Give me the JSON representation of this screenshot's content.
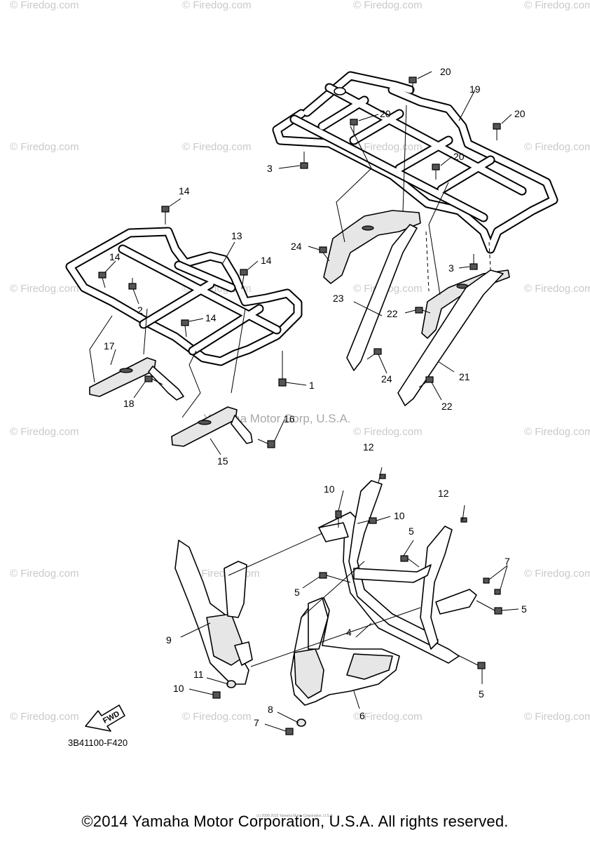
{
  "diagram": {
    "watermark_text": "© Firedog.com",
    "center_watermark": "Yamaha Motor Corp, U.S.A.",
    "figure_code": "3B41100-F420",
    "fwd_label": "FWD",
    "callouts": {
      "c1": "1",
      "c2": "2",
      "c3a": "3",
      "c3b": "3",
      "c4": "4",
      "c5a": "5",
      "c5b": "5",
      "c5c": "5",
      "c5d": "5",
      "c6": "6",
      "c7a": "7",
      "c7b": "7",
      "c8": "8",
      "c9": "9",
      "c10a": "10",
      "c10b": "10",
      "c10c": "10",
      "c11": "11",
      "c12a": "12",
      "c12b": "12",
      "c13": "13",
      "c14a": "14",
      "c14b": "14",
      "c14c": "14",
      "c14d": "14",
      "c15": "15",
      "c16": "16",
      "c17": "17",
      "c18": "18",
      "c19": "19",
      "c20a": "20",
      "c20b": "20",
      "c20c": "20",
      "c20d": "20",
      "c21": "21",
      "c22a": "22",
      "c22b": "22",
      "c23": "23",
      "c24a": "24",
      "c24b": "24"
    }
  },
  "footer": {
    "copyright": "©2014 Yamaha Motor Corporation, U.S.A. All rights reserved.",
    "fine_print": "(c) 2000-2015 Yamaha Motor Corporation, U.S.A."
  }
}
